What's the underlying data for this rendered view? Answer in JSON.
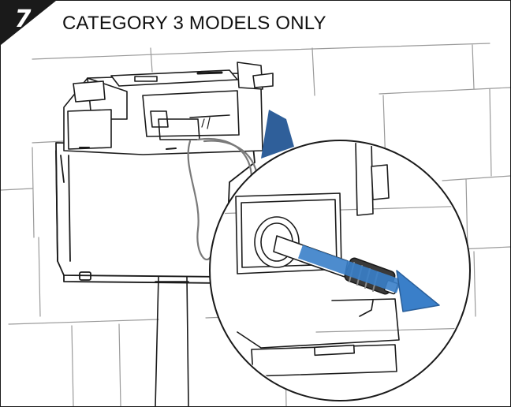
{
  "step": {
    "number": "7",
    "title": "CATEGORY 3 MODELS ONLY"
  },
  "colors": {
    "badge": "#1a1a1a",
    "arrow": "#3a7fc9",
    "line": "#1a1a1a",
    "tile_line": "#9a9a9a"
  },
  "icons": {
    "badge_shape": "triangle-corner-badge",
    "direction": "arrow-right-down"
  }
}
